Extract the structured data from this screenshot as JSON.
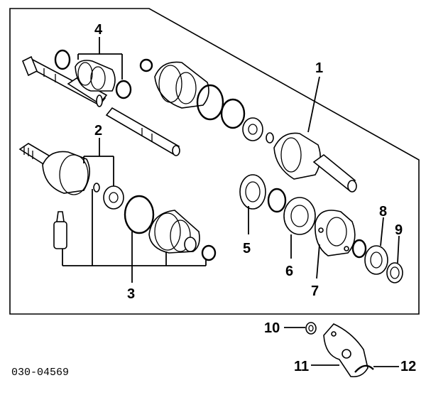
{
  "diagram": {
    "catalog_number": "030-04569",
    "callouts": {
      "c1": "1",
      "c2": "2",
      "c3": "3",
      "c4": "4",
      "c5": "5",
      "c6": "6",
      "c7": "7",
      "c8": "8",
      "c9": "9",
      "c10": "10",
      "c11": "11",
      "c12": "12"
    }
  }
}
